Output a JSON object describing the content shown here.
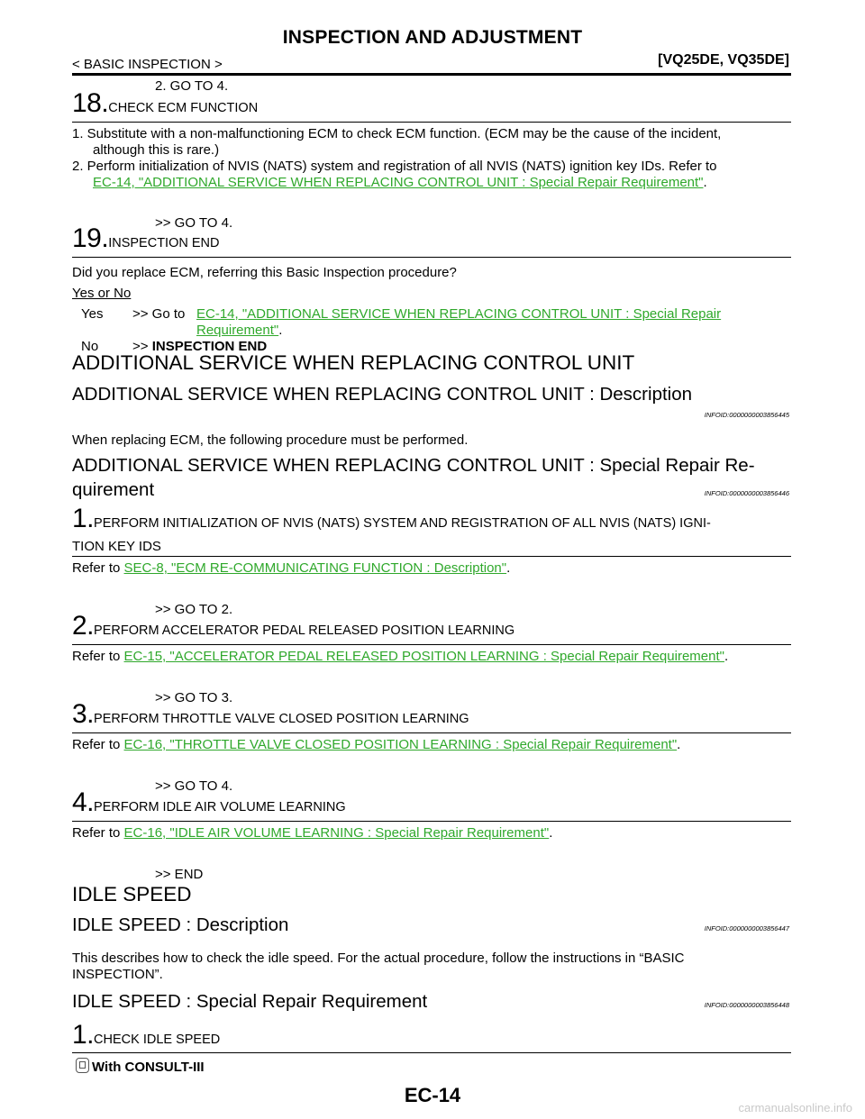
{
  "header": {
    "title": "INSPECTION AND ADJUSTMENT",
    "section": "< BASIC INSPECTION >",
    "models": "[VQ25DE, VQ35DE]"
  },
  "top": {
    "item2": "2.   GO TO 4."
  },
  "step18": {
    "num": "18.",
    "title": "CHECK ECM FUNCTION",
    "line1": "1.  Substitute with a non-malfunctioning ECM to check ECM function. (ECM may be the cause of the incident,",
    "line1b": "although this is rare.)",
    "line2": "2.  Perform initialization of NVIS (NATS) system and registration of all NVIS (NATS) ignition key IDs. Refer to",
    "link": "EC-14, \"ADDITIONAL SERVICE WHEN REPLACING CONTROL UNIT : Special Repair Requirement\"",
    "period": ".",
    "goto": ">> GO TO 4."
  },
  "step19": {
    "num": "19.",
    "title": "INSPECTION END",
    "question": "Did you replace ECM, referring this Basic Inspection procedure?",
    "yesno": "Yes or No",
    "yes_label": "Yes",
    "yes_arrow": ">> Go to",
    "yes_link1": "EC-14, \"ADDITIONAL SERVICE WHEN REPLACING CONTROL UNIT : Special Repair",
    "yes_link2": "Requirement\"",
    "yes_period": ".",
    "no_label": "No",
    "no_arrow": ">>",
    "no_text": "INSPECTION END"
  },
  "additional": {
    "heading": "ADDITIONAL SERVICE WHEN REPLACING CONTROL UNIT",
    "desc_heading": "ADDITIONAL SERVICE WHEN REPLACING CONTROL UNIT : Description",
    "desc_id": "INFOID:0000000003856445",
    "desc_text": "When replacing ECM, the following procedure must be performed.",
    "req_heading1": "ADDITIONAL SERVICE WHEN REPLACING CONTROL UNIT : Special Repair Re-",
    "req_heading2": "quirement",
    "req_id": "INFOID:0000000003856446"
  },
  "req_steps": [
    {
      "num": "1.",
      "title": "PERFORM INITIALIZATION OF NVIS (NATS) SYSTEM AND REGISTRATION OF ALL NVIS (NATS) IGNI-",
      "title2": "TION KEY IDS",
      "refer": "Refer to",
      "link": "SEC-8, \"ECM RE-COMMUNICATING FUNCTION : Description\"",
      "period": ".",
      "goto": ">> GO TO 2."
    },
    {
      "num": "2.",
      "title": "PERFORM ACCELERATOR PEDAL RELEASED POSITION LEARNING",
      "refer": "Refer to",
      "link": "EC-15, \"ACCELERATOR PEDAL RELEASED POSITION LEARNING : Special Repair Requirement\"",
      "period": ".",
      "goto": ">> GO TO 3."
    },
    {
      "num": "3.",
      "title": "PERFORM THROTTLE VALVE CLOSED POSITION LEARNING",
      "refer": "Refer to",
      "link": "EC-16, \"THROTTLE VALVE CLOSED POSITION LEARNING : Special Repair Requirement\"",
      "period": ".",
      "goto": ">> GO TO 4."
    },
    {
      "num": "4.",
      "title": "PERFORM IDLE AIR VOLUME LEARNING",
      "refer": "Refer to",
      "link": "EC-16, \"IDLE AIR VOLUME LEARNING : Special Repair Requirement\"",
      "period": ".",
      "goto": ">> END"
    }
  ],
  "idle": {
    "heading": "IDLE SPEED",
    "desc_heading": "IDLE SPEED : Description",
    "desc_id": "INFOID:0000000003856447",
    "desc_text1": "This describes how to check the idle speed. For the actual procedure, follow the instructions in “BASIC",
    "desc_text2": "INSPECTION”.",
    "req_heading": "IDLE SPEED : Special Repair Requirement",
    "req_id": "INFOID:0000000003856448",
    "step_num": "1.",
    "step_title": "CHECK IDLE SPEED",
    "consult": "With CONSULT-III"
  },
  "footer": {
    "page": "EC-14",
    "watermark": "carmanualsonline.info"
  }
}
